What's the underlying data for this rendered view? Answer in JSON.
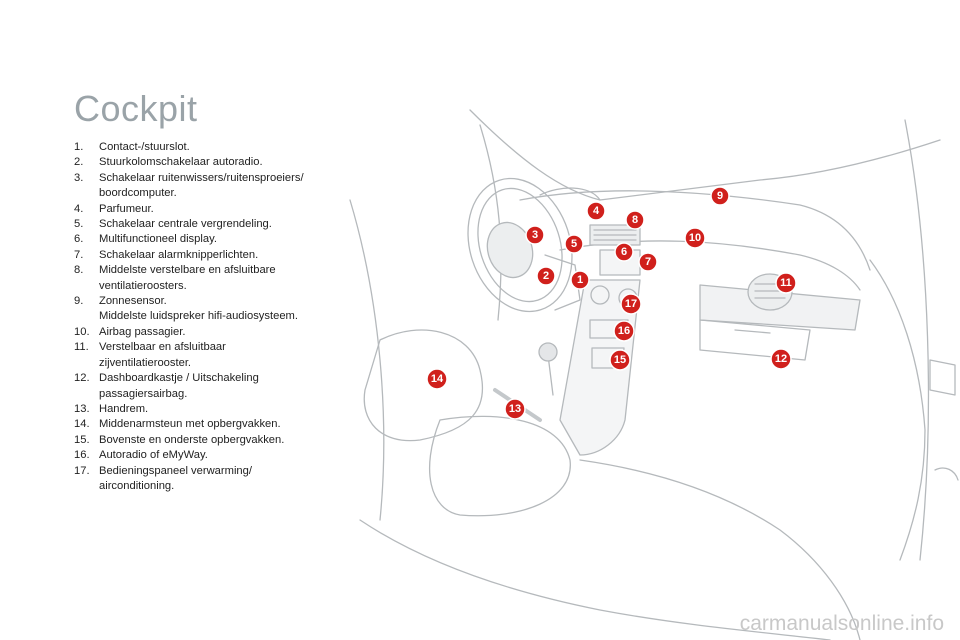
{
  "page": {
    "title": "Cockpit"
  },
  "legend": [
    {
      "num": "1.",
      "text": "Contact-/stuurslot."
    },
    {
      "num": "2.",
      "text": "Stuurkolomschakelaar autoradio."
    },
    {
      "num": "3.",
      "text": "Schakelaar ruitenwissers/ruitensproeiers/\nboordcomputer."
    },
    {
      "num": "4.",
      "text": "Parfumeur."
    },
    {
      "num": "5.",
      "text": "Schakelaar centrale vergrendeling."
    },
    {
      "num": "6.",
      "text": "Multifunctioneel display."
    },
    {
      "num": "7.",
      "text": "Schakelaar alarmknipperlichten."
    },
    {
      "num": "8.",
      "text": "Middelste verstelbare en afsluitbare\nventilatieroosters."
    },
    {
      "num": "9.",
      "text": "Zonnesensor.\nMiddelste luidspreker hifi-audiosysteem."
    },
    {
      "num": "10.",
      "text": "Airbag passagier."
    },
    {
      "num": "11.",
      "text": "Verstelbaar en afsluitbaar\nzijventilatierooster."
    },
    {
      "num": "12.",
      "text": "Dashboardkastje / Uitschakeling\npassagiersairbag."
    },
    {
      "num": "13.",
      "text": "Handrem."
    },
    {
      "num": "14.",
      "text": "Middenarmsteun met opbergvakken."
    },
    {
      "num": "15.",
      "text": "Bovenste en onderste opbergvakken."
    },
    {
      "num": "16.",
      "text": "Autoradio of eMyWay."
    },
    {
      "num": "17.",
      "text": "Bedieningspaneel verwarming/\nairconditioning."
    }
  ],
  "callouts": [
    "1",
    "2",
    "3",
    "4",
    "5",
    "6",
    "7",
    "8",
    "9",
    "10",
    "11",
    "12",
    "13",
    "14",
    "15",
    "16",
    "17"
  ],
  "watermark": "carmanualsonline.info",
  "colors": {
    "title": "#9aa3a8",
    "callout": "#d0201c",
    "line_art": "#b5b9bc"
  }
}
